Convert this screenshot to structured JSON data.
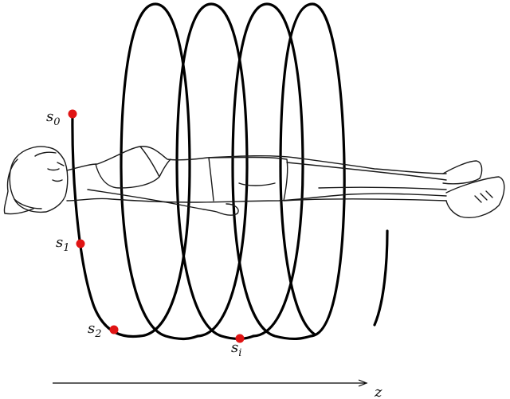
{
  "diagram": {
    "colors": {
      "helix": "#000000",
      "marker": "#e01414",
      "figure": "#1a1a1a",
      "axis": "#000000"
    },
    "points": [
      {
        "base": "s",
        "sub": "0"
      },
      {
        "base": "s",
        "sub": "1"
      },
      {
        "base": "s",
        "sub": "2"
      },
      {
        "base": "s",
        "sub": "i"
      }
    ],
    "axis": {
      "label": "z"
    }
  }
}
